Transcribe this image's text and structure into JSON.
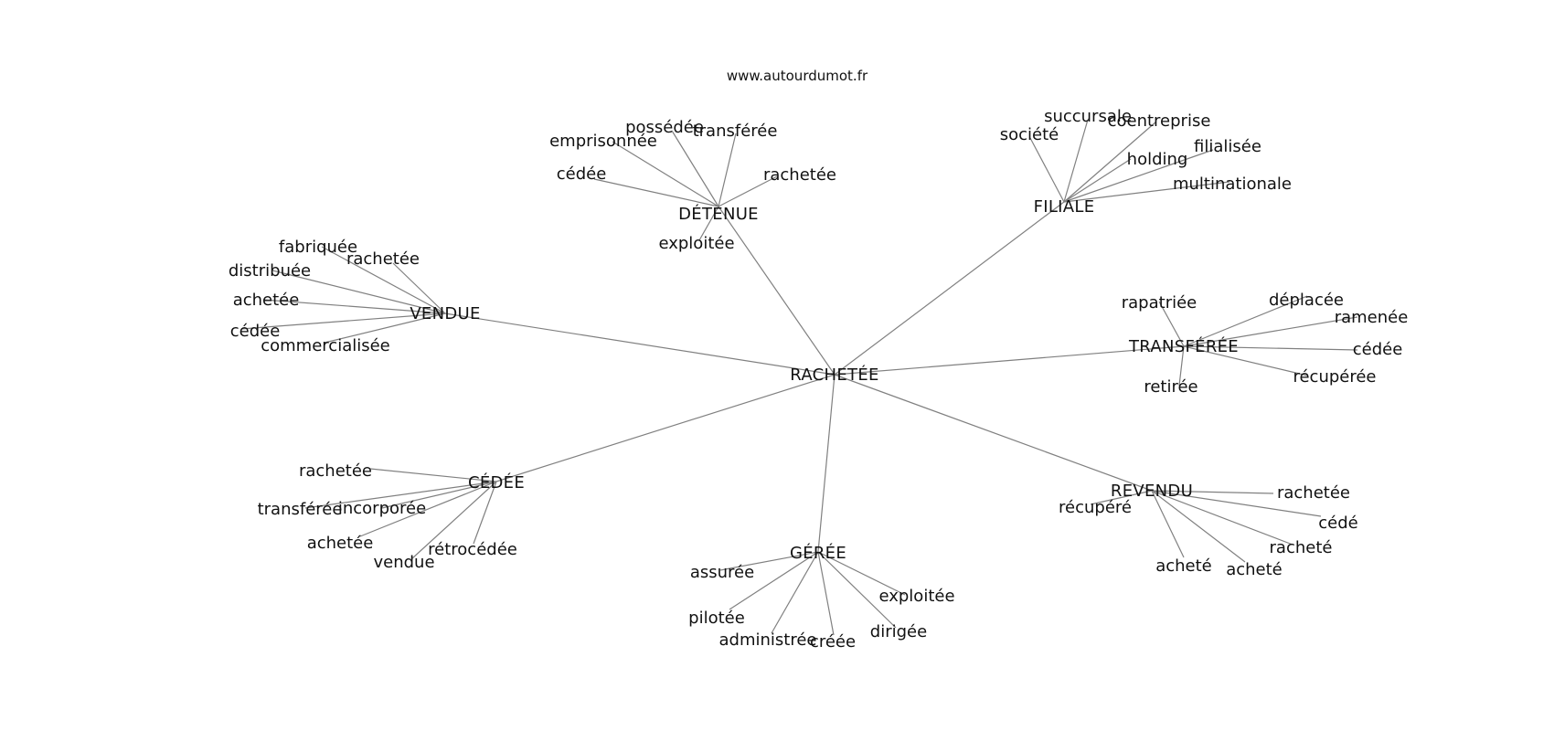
{
  "site": "www.autourdumot.fr",
  "center": "RACHETÉE",
  "clusters": [
    {
      "hub": "DÉTENUE",
      "words": [
        "possédée",
        "transférée",
        "emprisonnée",
        "cédée",
        "rachetée",
        "exploitée"
      ]
    },
    {
      "hub": "FILIALE",
      "words": [
        "succursale",
        "coentreprise",
        "société",
        "holding",
        "filialisée",
        "multinationale"
      ]
    },
    {
      "hub": "VENDUE",
      "words": [
        "fabriquée",
        "rachetée",
        "distribuée",
        "achetée",
        "cédée",
        "commercialisée"
      ]
    },
    {
      "hub": "TRANSFÉRÉE",
      "words": [
        "rapatriée",
        "déplacée",
        "ramenée",
        "cédée",
        "récupérée",
        "retirée"
      ]
    },
    {
      "hub": "CÉDÉE",
      "words": [
        "rachetée",
        "transférée",
        "incorporée",
        "achetée",
        "rétrocédée",
        "vendue"
      ]
    },
    {
      "hub": "GÉRÉE",
      "words": [
        "assurée",
        "exploitée",
        "pilotée",
        "administrée",
        "créée",
        "dirigée"
      ]
    },
    {
      "hub": "REVENDU",
      "words": [
        "récupéré",
        "rachetée",
        "cédé",
        "racheté",
        "acheté",
        "acheté"
      ]
    }
  ]
}
